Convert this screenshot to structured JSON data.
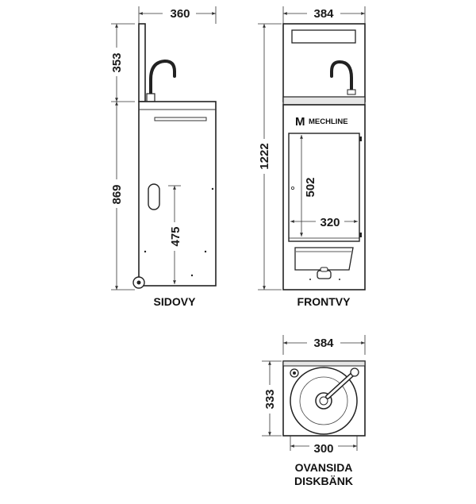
{
  "views": {
    "side": {
      "caption": "SIDOVY",
      "dim_width": "360",
      "dim_upper_height": "353",
      "dim_lower_height": "869",
      "dim_door_height": "475"
    },
    "front": {
      "caption": "FRONTVY",
      "dim_width": "384",
      "dim_total_height": "1222",
      "dim_door_height": "502",
      "dim_door_width": "320",
      "brand": "MECHLINE"
    },
    "top": {
      "caption_line1": "OVANSIDA",
      "caption_line2": "DISKBÄNK",
      "dim_width": "384",
      "dim_depth": "333",
      "dim_bowl": "300"
    }
  }
}
